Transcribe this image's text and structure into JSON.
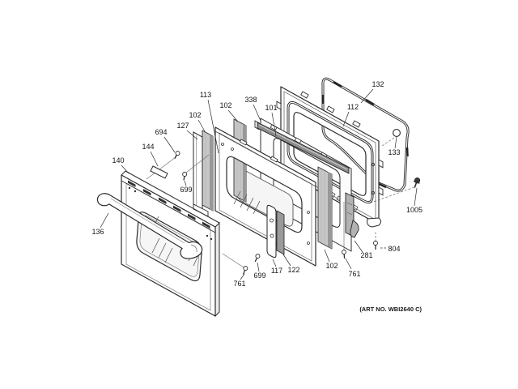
{
  "diagram": {
    "art_number": "(ART NO. WBI2640 C)",
    "callouts": {
      "c113": "113",
      "c102_mid": "102",
      "c338": "338",
      "c101": "101",
      "c132": "132",
      "c112": "112",
      "c694": "694",
      "c127": "127",
      "c102_left": "102",
      "c144": "144",
      "c140": "140",
      "c699_upper": "699",
      "c133": "133",
      "c1005": "1005",
      "c136": "136",
      "c761_left": "761",
      "c699_lower": "699",
      "c117": "117",
      "c122": "122",
      "c102_right": "102",
      "c761_right": "761",
      "c281": "281",
      "c804": "804"
    },
    "colors": {
      "line": "#2b2b2b",
      "shade_light": "#c7c7c7",
      "shade_dark": "#949494",
      "background": "#ffffff",
      "text": "#161616"
    }
  }
}
